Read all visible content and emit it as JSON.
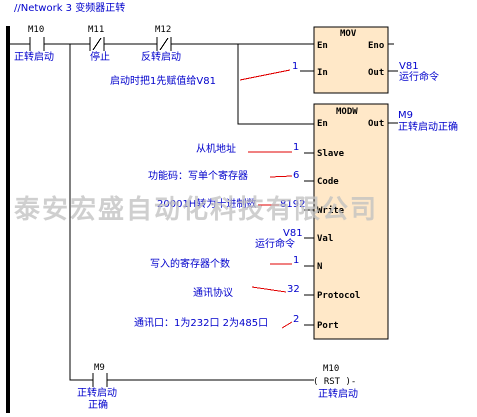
{
  "network_title": "//Network 3   变频器正转",
  "watermark": "泰安宏盛自动化科技有限公司",
  "contacts": {
    "m10": {
      "addr": "M10",
      "label": "正转启动",
      "type": "NO"
    },
    "m11": {
      "addr": "M11",
      "label": "停止",
      "type": "NC"
    },
    "m12": {
      "addr": "M12",
      "label": "反转启动",
      "type": "NC"
    },
    "m9": {
      "addr": "M9",
      "label1": "正转启动",
      "label2": "正确",
      "type": "NO"
    }
  },
  "mov_block": {
    "name": "MOV",
    "pins": {
      "en": "En",
      "eno": "Eno",
      "in": "In",
      "out": "Out"
    },
    "in_value": "1",
    "in_comment": "启动时把1先赋值给V81",
    "out_addr": "V81",
    "out_label": "运行命令"
  },
  "modw_block": {
    "name": "MODW",
    "pins": {
      "en": "En",
      "out": "Out",
      "slave": "Slave",
      "code": "Code",
      "write": "Write",
      "val": "Val",
      "n": "N",
      "protocol": "Protocol",
      "port": "Port"
    },
    "out_addr": "M9",
    "out_label": "正转启动正确",
    "slave_value": "1",
    "slave_comment": "从机地址",
    "code_value": "6",
    "code_comment": "功能码：写单个寄存器",
    "write_value": "8192",
    "write_comment": "20001H转为十进制数",
    "val_addr": "V81",
    "val_label": "运行命令",
    "n_value": "1",
    "n_comment": "写入的寄存器个数",
    "protocol_value": "32",
    "protocol_comment": "通讯协议",
    "port_value": "2",
    "port_comment": "通讯口：1为232口 2为485口"
  },
  "reset_coil": {
    "addr": "M10",
    "text": "( RST )-",
    "label": "正转启动"
  }
}
